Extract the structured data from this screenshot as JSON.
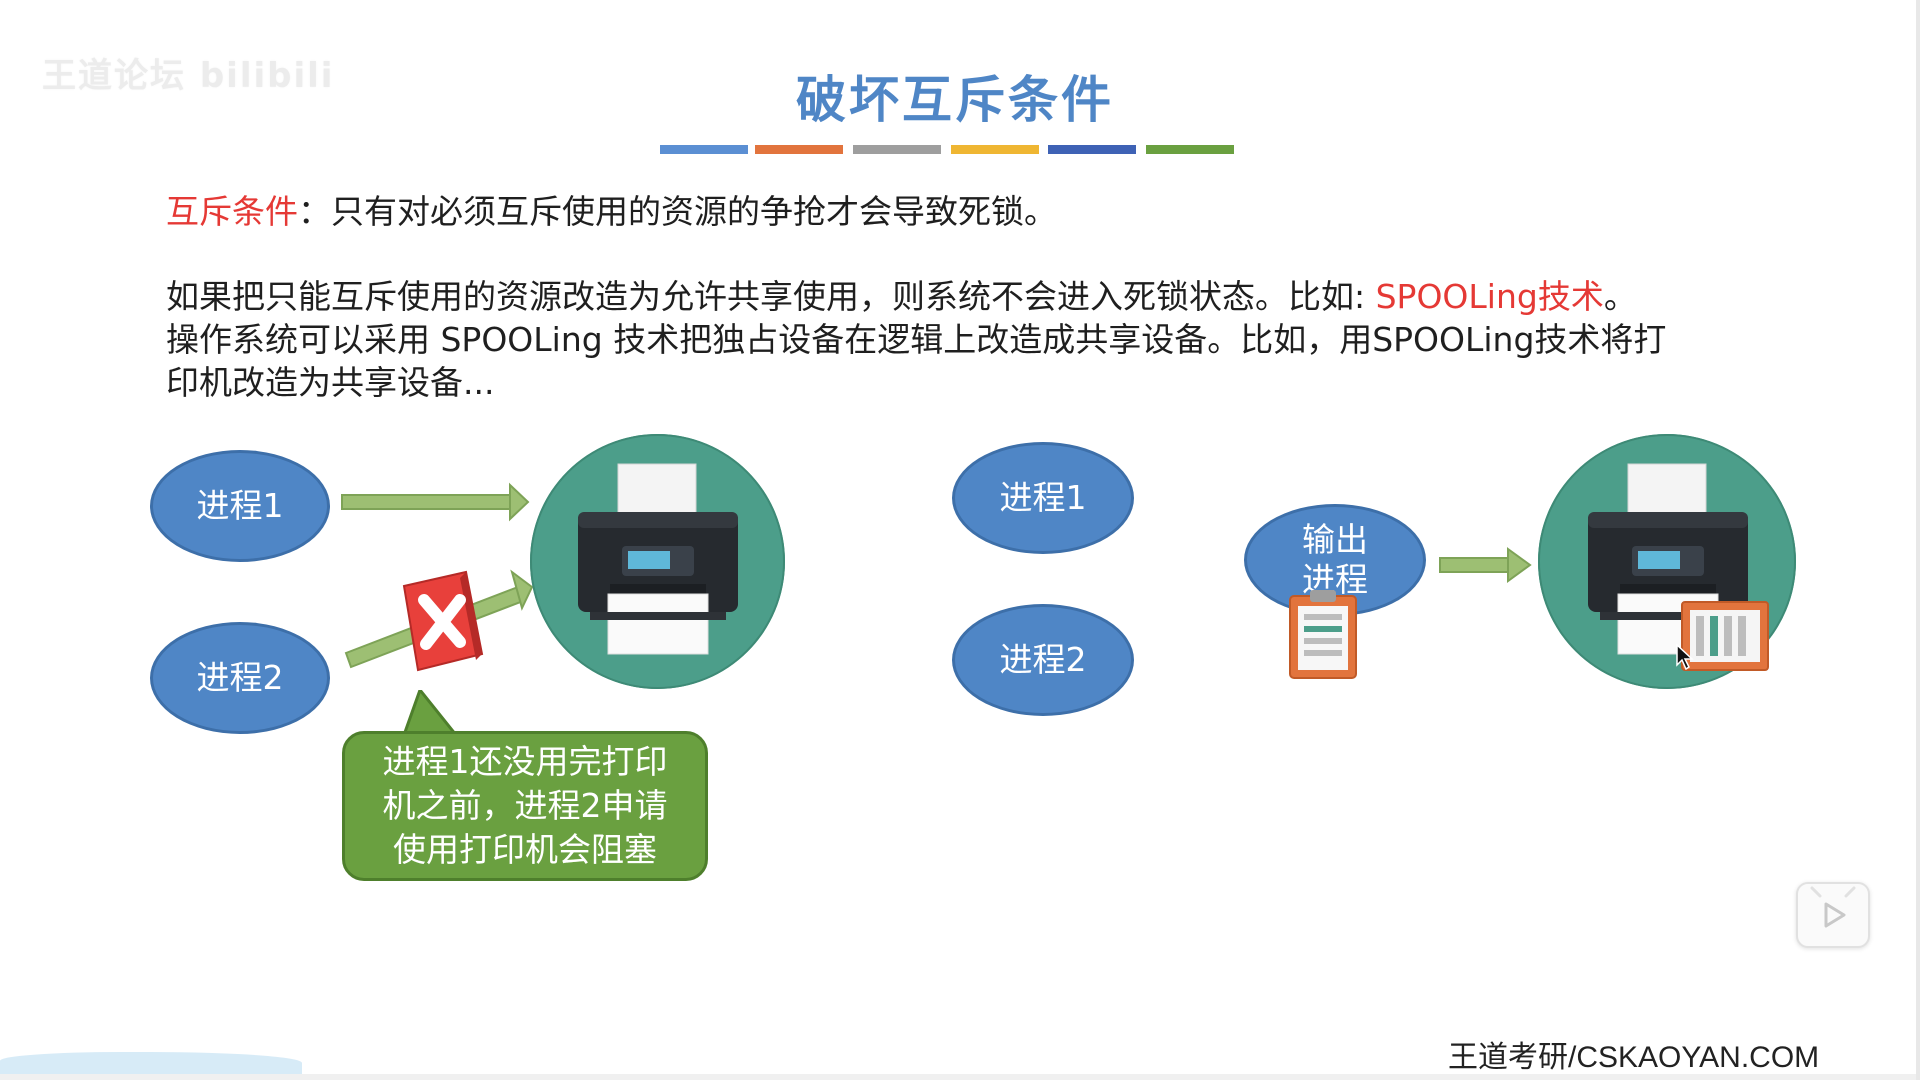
{
  "watermark": "王道论坛 bilibili",
  "slide": {
    "title": "破坏互斥条件",
    "color_bar_colors": [
      "#5b8fd3",
      "#e2743d",
      "#9e9e9e",
      "#efb632",
      "#3e62b5",
      "#6aa040"
    ],
    "p1_label": "互斥条件",
    "p1_text": "：只有对必须互斥使用的资源的争抢才会导致死锁。",
    "p2_line1_text": "如果把只能互斥使用的资源改造为允许共享使用，则系统不会进入死锁状态。比如: ",
    "p2_line1_red": "SPOOLing技术",
    "p2_line1_end": "。",
    "p2_line2": "操作系统可以采用 SPOOLing 技术把独占设备在逻辑上改造成共享设备。比如，用SPOOLing技术将打",
    "p2_line3": "印机改造为共享设备..."
  },
  "left_diagram": {
    "process1": "进程1",
    "process2": "进程2",
    "callout_lines": [
      "进程1还没用完打印",
      "机之前，进程2申请",
      "使用打印机会阻塞"
    ]
  },
  "right_diagram": {
    "process1": "进程1",
    "process2": "进程2",
    "output_process_lines": [
      "输出",
      "进程"
    ]
  },
  "footer": {
    "text": "王道考研/CSKAOYAN.COM"
  },
  "colors": {
    "title": "#4f86c6",
    "ellipse": "#4f86c6",
    "red_text": "#e53935",
    "callout": "#6aa040",
    "printer_circle": "#4c9e8a",
    "arrow": "#9dbf73"
  },
  "icons": [
    "printer-icon",
    "reject-x-icon",
    "clipboard-icon",
    "play-icon"
  ]
}
